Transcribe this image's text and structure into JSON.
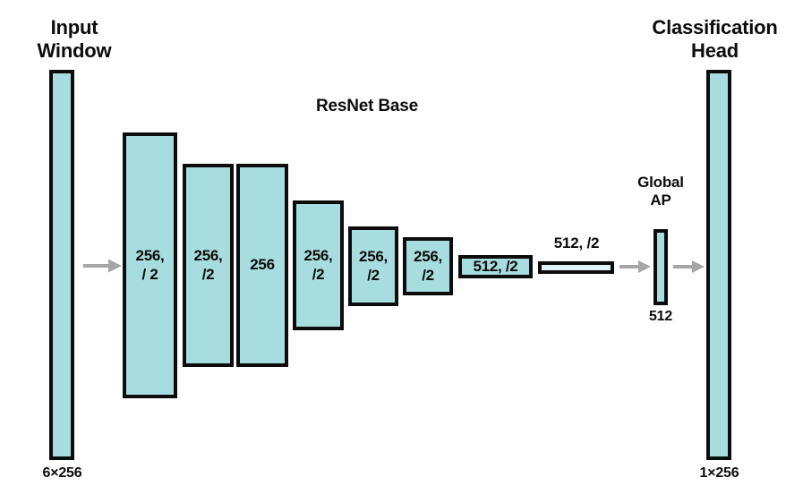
{
  "diagram": {
    "title_left": "Input\nWindow",
    "title_center": "ResNet Base",
    "title_right": "Classification\nHead",
    "title_pool": "Global\nAP",
    "colors": {
      "block_fill": "#a8dde0",
      "flat_fill": "#dff2f4",
      "stroke": "#0c0c0c",
      "arrow": "#a6a6a6",
      "background": "#ffffff"
    },
    "input": {
      "label": "Input\nWindow",
      "dim_label": "6×256"
    },
    "output": {
      "label": "Classification\nHead",
      "dim_label": "1×256"
    },
    "pool": {
      "label": "Global\nAP",
      "dim_label": "512"
    },
    "blocks": [
      {
        "name": "resnet-block-1",
        "text": "256,\n/ 2"
      },
      {
        "name": "resnet-block-2",
        "text": "256,\n/2"
      },
      {
        "name": "resnet-block-3",
        "text": "256"
      },
      {
        "name": "resnet-block-4",
        "text": "256,\n/2"
      },
      {
        "name": "resnet-block-5",
        "text": "256,\n/2"
      },
      {
        "name": "resnet-block-6",
        "text": "256,\n/2"
      },
      {
        "name": "resnet-block-7",
        "text": "512, /2"
      },
      {
        "name": "resnet-block-8",
        "text": "512, /2"
      }
    ],
    "arrows": [
      {
        "name": "arrow-input-to-base"
      },
      {
        "name": "arrow-base-to-pool"
      },
      {
        "name": "arrow-pool-to-head"
      }
    ]
  }
}
